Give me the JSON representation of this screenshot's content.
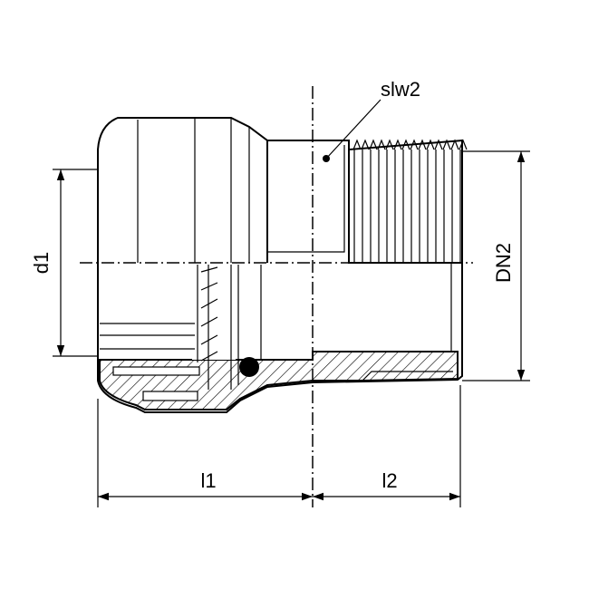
{
  "labels": {
    "leader": "slw2",
    "inner_diameter": "d1",
    "thread_size": "DN2",
    "length_1": "l1",
    "length_2": "l2"
  },
  "colors": {
    "line": "#000000",
    "background": "#ffffff"
  }
}
